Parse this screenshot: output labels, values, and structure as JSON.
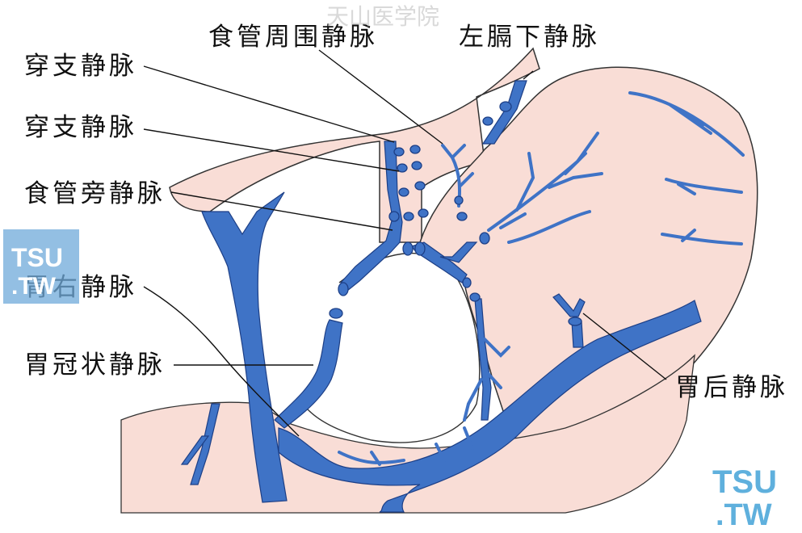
{
  "watermarks": {
    "title": "天山医学院",
    "logo_left_top": "TSU",
    "logo_left_bottom": ".TW",
    "logo_right_top": "TSU",
    "logo_right_bottom": ".TW"
  },
  "labels": {
    "esophageal_periphery_vein": "食管周围静脉",
    "left_inferior_phrenic_vein": "左膈下静脉",
    "perforating_vein_1": "穿支静脉",
    "perforating_vein_2": "穿支静脉",
    "paraesophageal_vein": "食管旁静脉",
    "right_gastric_vein": "胃右静脉",
    "coronary_vein": "胃冠状静脉",
    "posterior_gastric_vein": "胃后静脉"
  },
  "colors": {
    "vein": "#3f73c6",
    "vein_edge": "#1d3f86",
    "tissue": "#f9ddd6",
    "outline": "#333333",
    "leader": "#111111"
  }
}
